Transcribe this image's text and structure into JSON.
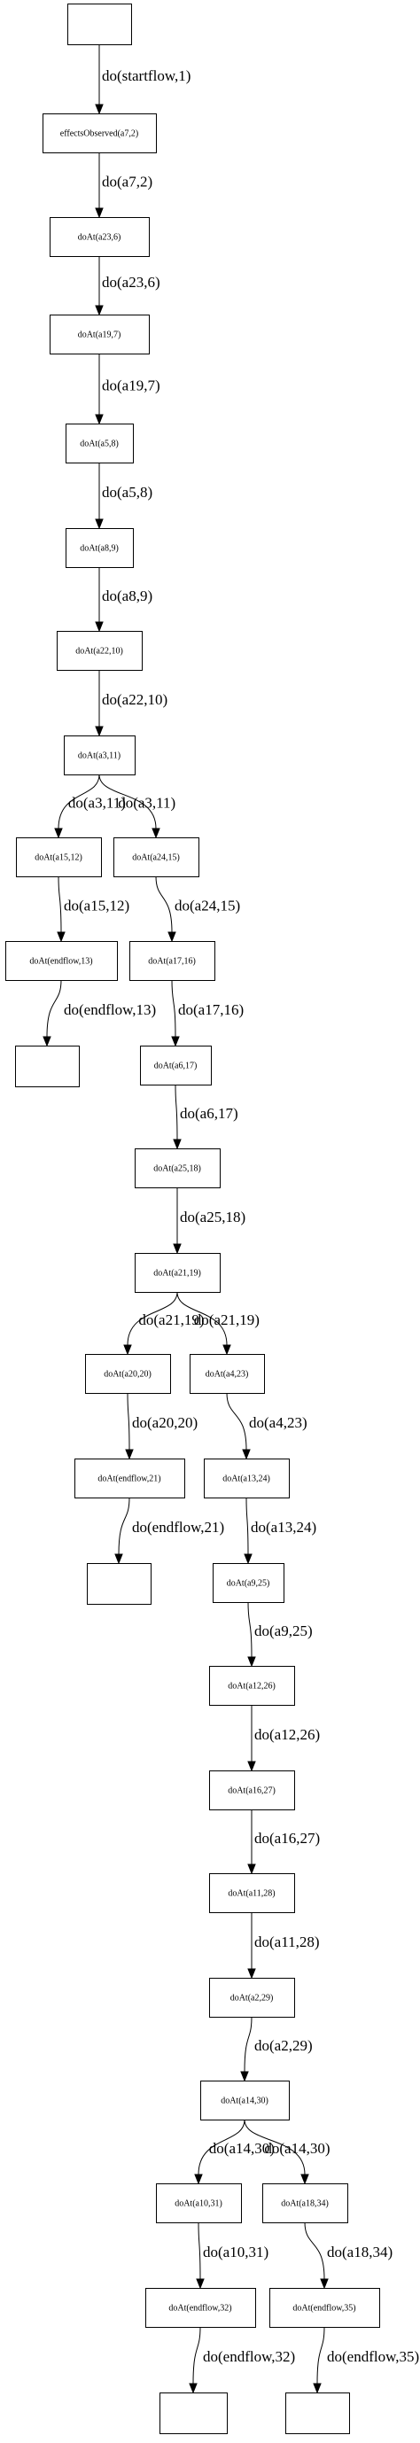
{
  "nodes": [
    {
      "id": "n1",
      "label": ""
    },
    {
      "id": "n2",
      "label": "effectsObserved(a7,2)"
    },
    {
      "id": "n3",
      "label": "doAt(a23,6)"
    },
    {
      "id": "n4",
      "label": "doAt(a19,7)"
    },
    {
      "id": "n5",
      "label": "doAt(a5,8)"
    },
    {
      "id": "n6",
      "label": "doAt(a8,9)"
    },
    {
      "id": "n7",
      "label": "doAt(a22,10)"
    },
    {
      "id": "n8",
      "label": "doAt(a3,11)"
    },
    {
      "id": "n9",
      "label": "doAt(a15,12)"
    },
    {
      "id": "n10",
      "label": "doAt(a24,15)"
    },
    {
      "id": "n11",
      "label": "doAt(endflow,13)"
    },
    {
      "id": "n12",
      "label": "doAt(a17,16)"
    },
    {
      "id": "n13",
      "label": ""
    },
    {
      "id": "n14",
      "label": "doAt(a6,17)"
    },
    {
      "id": "n15",
      "label": "doAt(a25,18)"
    },
    {
      "id": "n16",
      "label": "doAt(a21,19)"
    },
    {
      "id": "n17",
      "label": "doAt(a20,20)"
    },
    {
      "id": "n18",
      "label": "doAt(a4,23)"
    },
    {
      "id": "n19",
      "label": "doAt(endflow,21)"
    },
    {
      "id": "n20",
      "label": "doAt(a13,24)"
    },
    {
      "id": "n21",
      "label": ""
    },
    {
      "id": "n22",
      "label": "doAt(a9,25)"
    },
    {
      "id": "n23",
      "label": "doAt(a12,26)"
    },
    {
      "id": "n24",
      "label": "doAt(a16,27)"
    },
    {
      "id": "n25",
      "label": "doAt(a11,28)"
    },
    {
      "id": "n26",
      "label": "doAt(a2,29)"
    },
    {
      "id": "n27",
      "label": "doAt(a14,30)"
    },
    {
      "id": "n28",
      "label": "doAt(a10,31)"
    },
    {
      "id": "n29",
      "label": "doAt(a18,34)"
    },
    {
      "id": "n30",
      "label": "doAt(endflow,32)"
    },
    {
      "id": "n31",
      "label": "doAt(endflow,35)"
    },
    {
      "id": "n32",
      "label": ""
    },
    {
      "id": "n33",
      "label": ""
    }
  ],
  "edges": [
    {
      "from": "n1",
      "to": "n2",
      "label": "do(startflow,1)"
    },
    {
      "from": "n2",
      "to": "n3",
      "label": "do(a7,2)"
    },
    {
      "from": "n3",
      "to": "n4",
      "label": "do(a23,6)"
    },
    {
      "from": "n4",
      "to": "n5",
      "label": "do(a19,7)"
    },
    {
      "from": "n5",
      "to": "n6",
      "label": "do(a5,8)"
    },
    {
      "from": "n6",
      "to": "n7",
      "label": "do(a8,9)"
    },
    {
      "from": "n7",
      "to": "n8",
      "label": "do(a22,10)"
    },
    {
      "from": "n8",
      "to": "n9",
      "label": "do(a3,11)"
    },
    {
      "from": "n8",
      "to": "n10",
      "label": "do(a3,11)"
    },
    {
      "from": "n9",
      "to": "n11",
      "label": "do(a15,12)"
    },
    {
      "from": "n10",
      "to": "n12",
      "label": "do(a24,15)"
    },
    {
      "from": "n11",
      "to": "n13",
      "label": "do(endflow,13)"
    },
    {
      "from": "n12",
      "to": "n14",
      "label": "do(a17,16)"
    },
    {
      "from": "n14",
      "to": "n15",
      "label": "do(a6,17)"
    },
    {
      "from": "n15",
      "to": "n16",
      "label": "do(a25,18)"
    },
    {
      "from": "n16",
      "to": "n17",
      "label": "do(a21,19)"
    },
    {
      "from": "n16",
      "to": "n18",
      "label": "do(a21,19)"
    },
    {
      "from": "n17",
      "to": "n19",
      "label": "do(a20,20)"
    },
    {
      "from": "n18",
      "to": "n20",
      "label": "do(a4,23)"
    },
    {
      "from": "n19",
      "to": "n21",
      "label": "do(endflow,21)"
    },
    {
      "from": "n20",
      "to": "n22",
      "label": "do(a13,24)"
    },
    {
      "from": "n22",
      "to": "n23",
      "label": "do(a9,25)"
    },
    {
      "from": "n23",
      "to": "n24",
      "label": "do(a12,26)"
    },
    {
      "from": "n24",
      "to": "n25",
      "label": "do(a16,27)"
    },
    {
      "from": "n25",
      "to": "n26",
      "label": "do(a11,28)"
    },
    {
      "from": "n26",
      "to": "n27",
      "label": "do(a2,29)"
    },
    {
      "from": "n27",
      "to": "n28",
      "label": "do(a14,30)"
    },
    {
      "from": "n27",
      "to": "n29",
      "label": "do(a14,30)"
    },
    {
      "from": "n28",
      "to": "n30",
      "label": "do(a10,31)"
    },
    {
      "from": "n29",
      "to": "n31",
      "label": "do(a18,34)"
    },
    {
      "from": "n30",
      "to": "n32",
      "label": "do(endflow,32)"
    },
    {
      "from": "n31",
      "to": "n33",
      "label": "do(endflow,35)"
    }
  ]
}
